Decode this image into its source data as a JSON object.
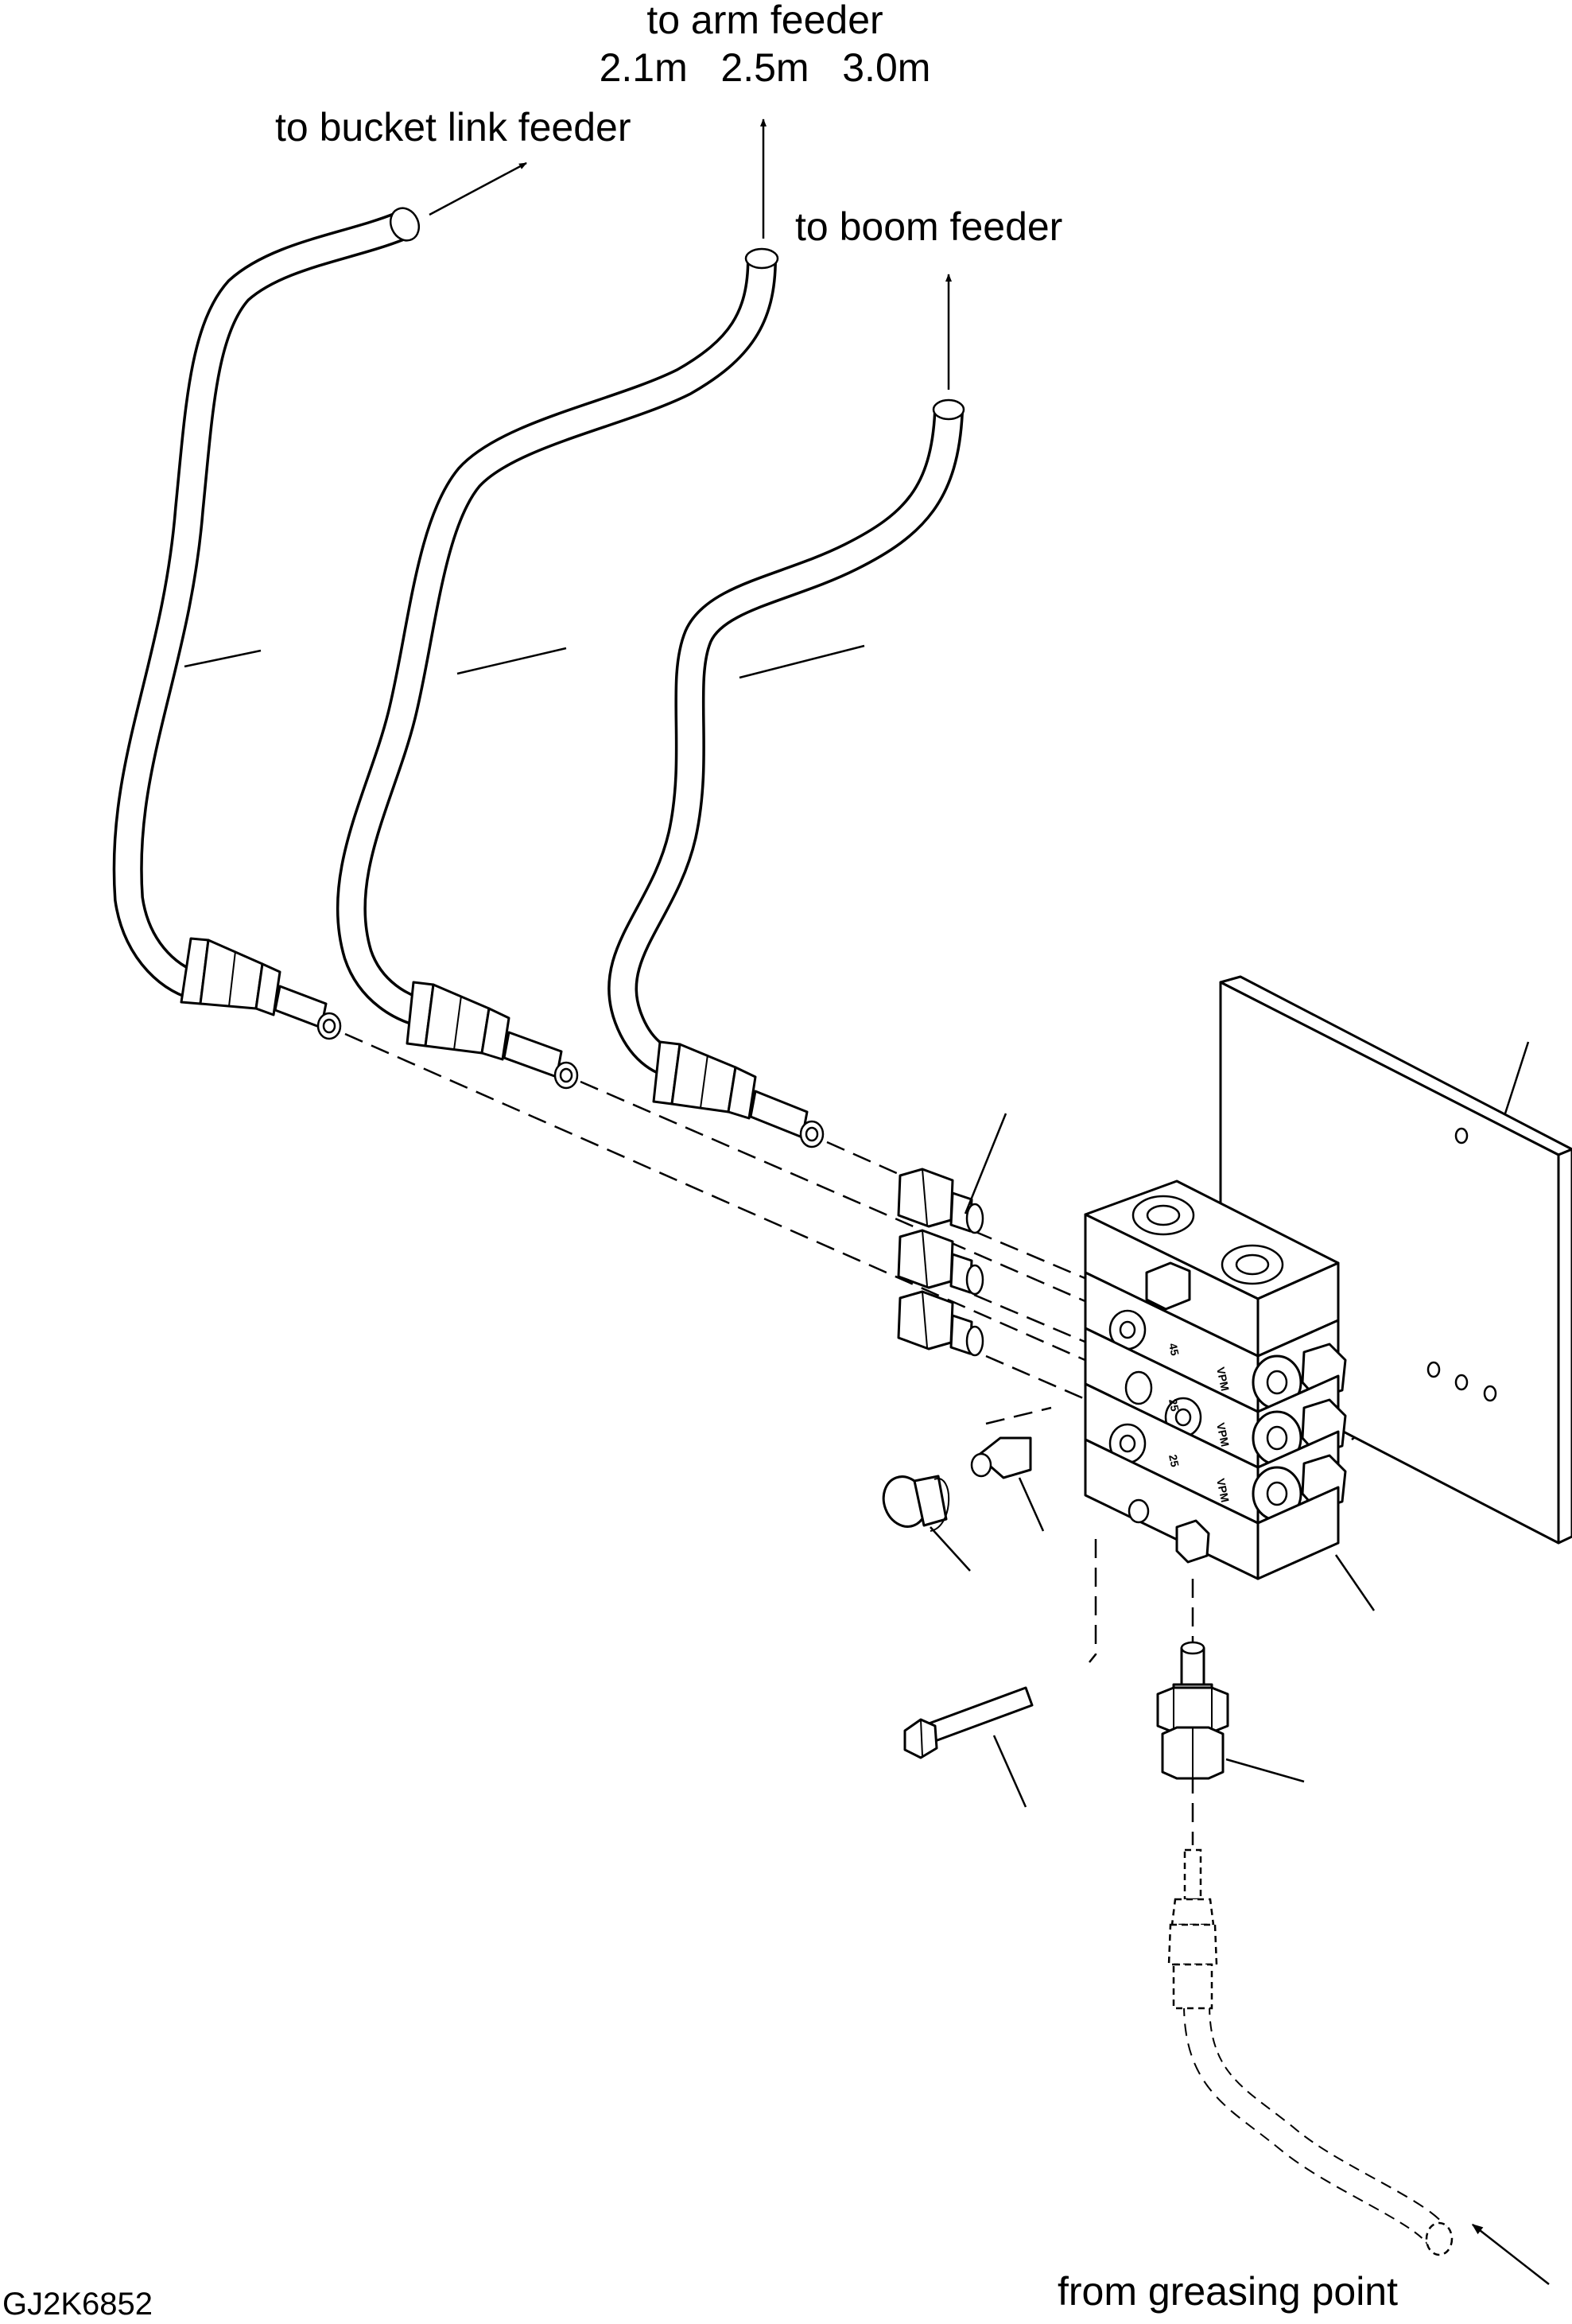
{
  "labels": {
    "arm_feeder": "to arm feeder",
    "arm_lengths": "2.1m   2.5m   3.0m",
    "bucket_link_feeder": "to bucket link feeder",
    "boom_feeder": "to boom feeder",
    "greasing_point": "from greasing point",
    "drawing_code": "GJ2K6852"
  },
  "block_markings": {
    "section_1": "VPM",
    "section_1_code": "45",
    "section_2": "VPM",
    "section_2_code": "25",
    "section_3": "VPM",
    "section_3_code": "25"
  }
}
